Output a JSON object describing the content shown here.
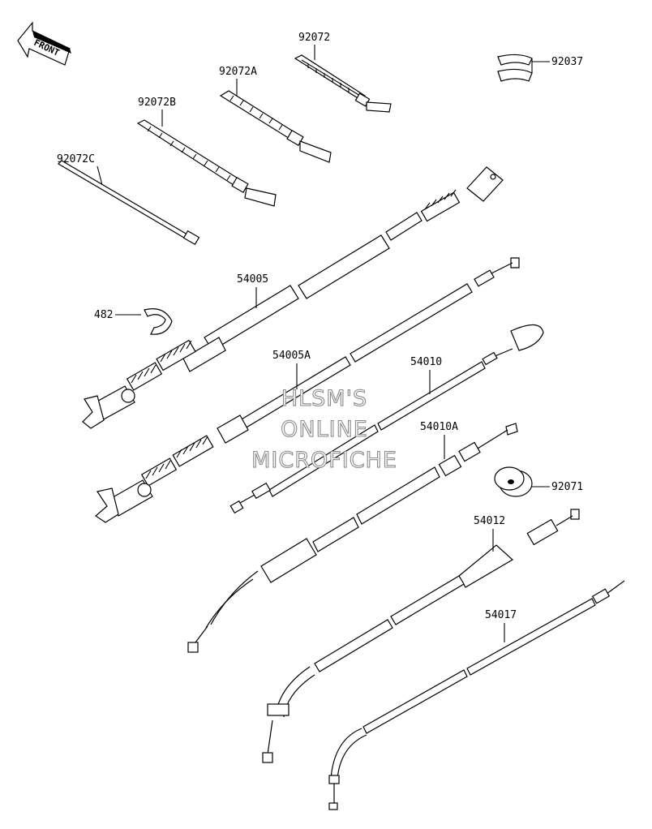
{
  "front_badge": {
    "label": "FRONT"
  },
  "parts": [
    {
      "id": "p92072",
      "number": "92072"
    },
    {
      "id": "p92037",
      "number": "92037"
    },
    {
      "id": "p92072A",
      "number": "92072A"
    },
    {
      "id": "p92072B",
      "number": "92072B"
    },
    {
      "id": "p92072C",
      "number": "92072C"
    },
    {
      "id": "p54005",
      "number": "54005"
    },
    {
      "id": "p482",
      "number": "482"
    },
    {
      "id": "p54005A",
      "number": "54005A"
    },
    {
      "id": "p54010",
      "number": "54010"
    },
    {
      "id": "p54010A",
      "number": "54010A"
    },
    {
      "id": "p92071",
      "number": "92071"
    },
    {
      "id": "p54012",
      "number": "54012"
    },
    {
      "id": "p54017",
      "number": "54017"
    }
  ],
  "watermark": {
    "lines": [
      "HLSM'S",
      "ONLINE",
      "MICROFICHE"
    ]
  }
}
